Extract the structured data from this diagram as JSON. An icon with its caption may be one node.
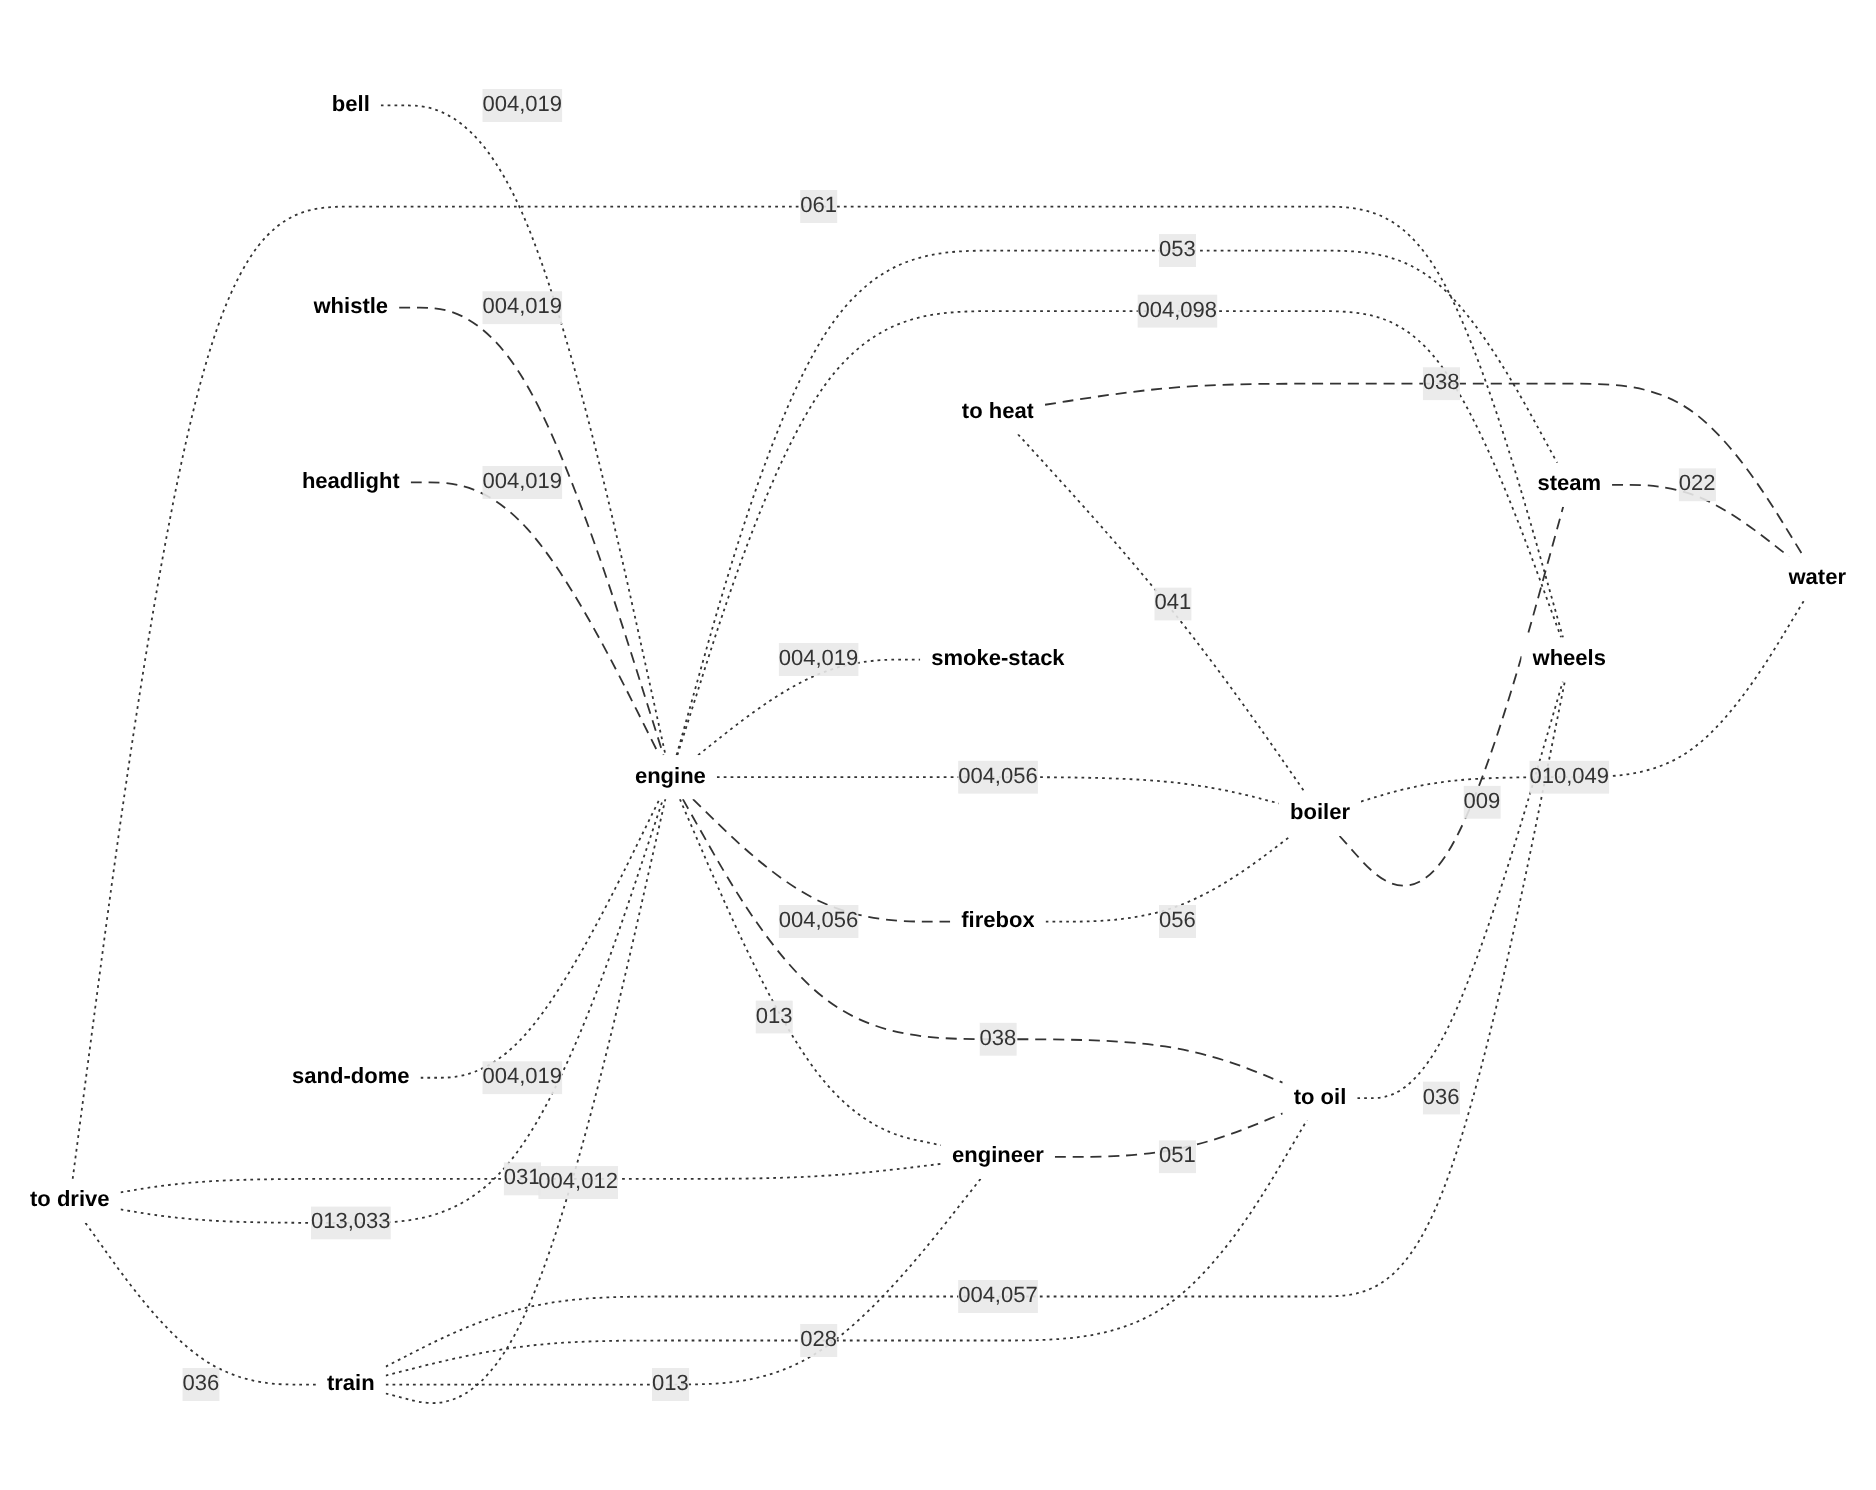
{
  "diagram": {
    "nodes": [
      {
        "text": [
          "bell"
        ]
      },
      {
        "text": [
          "to drive"
        ]
      },
      {
        "text": [
          "train"
        ]
      },
      {
        "text": [
          "whistle"
        ]
      },
      {
        "text": [
          "engineer"
        ]
      },
      {
        "text": [
          "engine"
        ]
      },
      {
        "text": [
          "headlight"
        ]
      },
      {
        "text": [
          "to oil"
        ]
      },
      {
        "text": [
          "sand-dome"
        ]
      },
      {
        "text": [
          "wheels"
        ]
      },
      {
        "text": [
          "firebox"
        ]
      },
      {
        "text": [
          "steam"
        ]
      },
      {
        "text": [
          "smoke-stack"
        ]
      },
      {
        "text": [
          "to heat"
        ]
      },
      {
        "text": [
          "boiler"
        ]
      },
      {
        "text": [
          "water"
        ]
      }
    ],
    "edges": [
      {
        "from": 0,
        "to": 5,
        "arrow": "none",
        "label": "004,019"
      },
      {
        "from": 1,
        "to": 2,
        "arrow": "none",
        "label": "036"
      },
      {
        "from": 1,
        "to": 5,
        "arrow": "none",
        "label": "013,033"
      },
      {
        "from": 1,
        "to": 4,
        "arrow": "none",
        "label": "031"
      },
      {
        "from": 1,
        "to": 9,
        "arrow": "none",
        "label": "061"
      },
      {
        "from": 2,
        "to": 5,
        "arrow": "none",
        "label": "004,012"
      },
      {
        "from": 2,
        "to": 4,
        "arrow": "none",
        "label": "013"
      },
      {
        "from": 2,
        "to": 7,
        "arrow": "none",
        "label": "028"
      },
      {
        "from": 2,
        "to": 9,
        "arrow": "none",
        "label": "004,057"
      },
      {
        "from": 3,
        "to": 5,
        "arrow": "none",
        "label": "004,019",
        "style": "dashed"
      },
      {
        "from": 5,
        "to": 4,
        "arrow": "none",
        "label": "013"
      },
      {
        "from": 6,
        "to": 5,
        "arrow": "none",
        "label": "004,019",
        "style": "dashed"
      },
      {
        "from": 5,
        "to": 7,
        "arrow": "none",
        "label": "038",
        "style": "dashed"
      },
      {
        "from": 4,
        "to": 7,
        "arrow": "none",
        "label": "051",
        "style": "dashed"
      },
      {
        "from": 8,
        "to": 5,
        "arrow": "none",
        "label": "004,019"
      },
      {
        "from": 5,
        "to": 10,
        "arrow": "none",
        "label": "004,056",
        "style": "dashed"
      },
      {
        "from": 5,
        "to": 14,
        "arrow": "none",
        "label": "004,056"
      },
      {
        "from": 5,
        "to": 12,
        "arrow": "none",
        "label": "004,019"
      },
      {
        "from": 5,
        "to": 9,
        "arrow": "none",
        "label": "004,098"
      },
      {
        "from": 5,
        "to": 11,
        "arrow": "none",
        "label": "053"
      },
      {
        "from": 7,
        "to": 9,
        "arrow": "none",
        "label": "036"
      },
      {
        "from": 10,
        "to": 14,
        "arrow": "none",
        "label": "056"
      },
      {
        "from": 13,
        "to": 14,
        "arrow": "none",
        "label": "041"
      },
      {
        "from": 13,
        "to": 15,
        "arrow": "none",
        "label": "038",
        "style": "dashed"
      },
      {
        "from": 14,
        "to": 11,
        "arrow": "none",
        "label": "009",
        "style": "dashed"
      },
      {
        "from": 11,
        "to": 15,
        "arrow": "none",
        "label": "022",
        "style": "dashed"
      },
      {
        "from": 14,
        "to": 15,
        "arrow": "none",
        "label": "010,049"
      }
    ]
  }
}
